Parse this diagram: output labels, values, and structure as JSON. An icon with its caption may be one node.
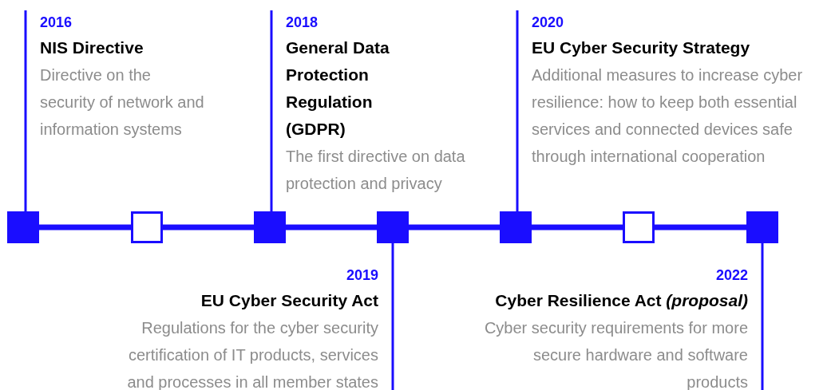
{
  "diagram": {
    "nodes": [
      {
        "text": [
          "2016",
          "NIS Directive",
          "Directive on the security of network and information systems"
        ]
      },
      {
        "text": [
          "2018",
          "General Data Protection Regulation (GDPR)",
          "The first directive on data protection and privacy"
        ]
      },
      {
        "text": [
          "2020",
          "EU Cyber Security Strategy",
          "Additional measures to increase cyber resilience: how to keep both essential services and connected devices safe through international cooperation"
        ]
      },
      {
        "text": [],
        "shape": "box"
      },
      {
        "text": [],
        "shape": "box"
      },
      {
        "text": [],
        "shape": "box"
      },
      {
        "text": [],
        "shape": "box"
      },
      {
        "text": [],
        "shape": "box"
      },
      {
        "text": [],
        "shape": "box"
      },
      {
        "text": [],
        "shape": "box"
      },
      {
        "text": [
          "2019",
          "EU Cyber Security Act",
          "Regulations for the cyber security certification of IT products, services and processes in all member states"
        ]
      },
      {
        "text": [
          "2022",
          "Cyber Resilience Act *(proposal)*",
          "Cyber security requirements for more secure hardware and software products"
        ]
      }
    ],
    "edges": [
      {
        "from": 3,
        "to": 4,
        "arrow": "none"
      },
      {
        "from": 4,
        "to": 5,
        "arrow": "none"
      },
      {
        "from": 5,
        "to": 6,
        "arrow": "none"
      },
      {
        "from": 6,
        "to": 7,
        "arrow": "none"
      },
      {
        "from": 7,
        "to": 8,
        "arrow": "none"
      },
      {
        "from": 8,
        "to": 9,
        "arrow": "none"
      },
      {
        "from": 0,
        "to": 3,
        "arrow": "none"
      },
      {
        "from": 1,
        "to": 5,
        "arrow": "none"
      },
      {
        "from": 2,
        "to": 7,
        "arrow": "none"
      },
      {
        "from": 10,
        "to": 6,
        "arrow": "none"
      },
      {
        "from": 11,
        "to": 9,
        "arrow": "none"
      }
    ]
  }
}
